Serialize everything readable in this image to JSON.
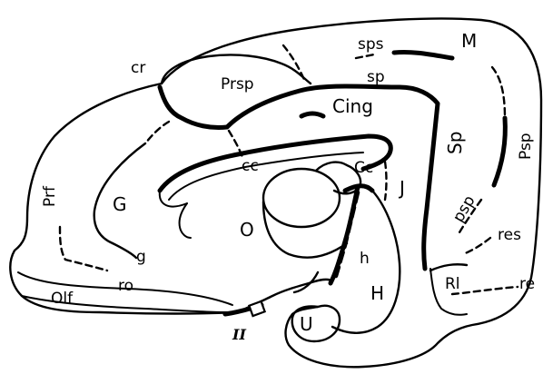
{
  "labels": {
    "cr": "cr",
    "prsp": "Prsp",
    "sps": "sps",
    "m": "M",
    "sp_lower": "sp",
    "cing": "Cing",
    "cc": "cc",
    "cc_cap": "Cc",
    "j": "J",
    "sp_cap": "Sp",
    "psp_cap": "Psp",
    "prf": "Prf",
    "g_cap": "G",
    "g_lower": "g",
    "o": "O",
    "psp": "psp",
    "res": "res",
    "h_lower": "h",
    "ro": "ro",
    "ri": "Rl",
    "re": "re",
    "h_cap": "H",
    "olf": "Olf",
    "u": "U",
    "roman_two": "II"
  }
}
